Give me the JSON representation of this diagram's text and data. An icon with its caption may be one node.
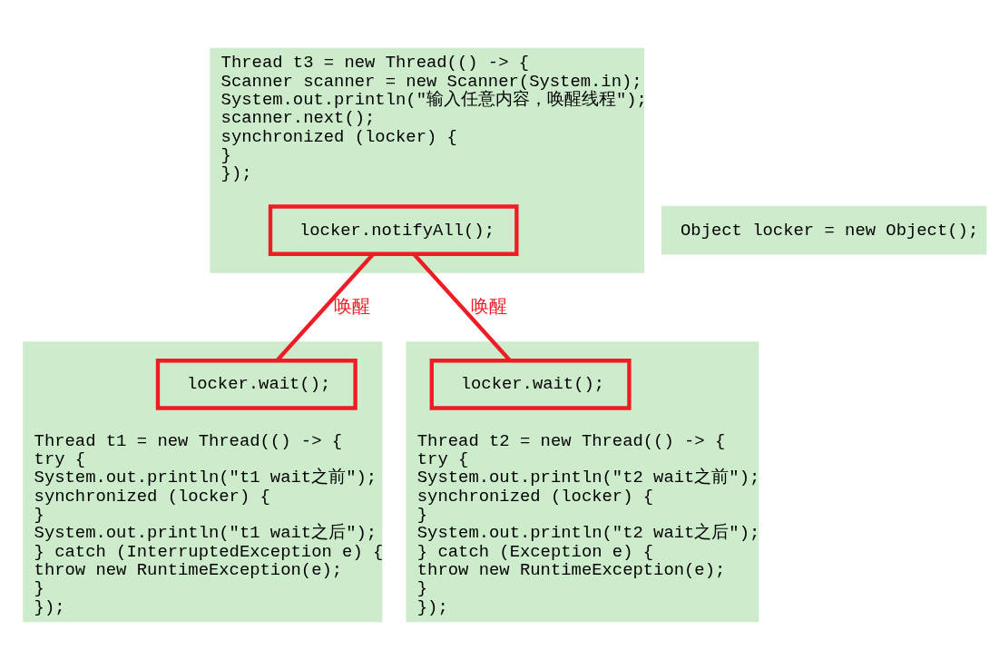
{
  "diagram": {
    "nodes": [
      {
        "text": [
          "Thread t3 = new Thread(() -> {",
          "Scanner scanner = new Scanner(System.in);",
          "System.out.println(\"输入任意内容，唤醒线程\");",
          "scanner.next();",
          "synchronized (locker) {",
          "}",
          "});"
        ]
      },
      {
        "text": [
          "locker.notifyAll();"
        ],
        "in": 0
      },
      {
        "text": [
          "Object locker = new Object();"
        ]
      },
      {
        "text": [
          "Thread t1 = new Thread(() -> {",
          "try {",
          "System.out.println(\"t1 wait之前\");",
          "synchronized (locker) {",
          "}",
          "System.out.println(\"t1 wait之后\");",
          "} catch (InterruptedException e) {",
          "throw new RuntimeException(e);",
          "}",
          "});"
        ]
      },
      {
        "text": [
          "locker.wait();"
        ],
        "in": 3
      },
      {
        "text": [
          "Thread t2 = new Thread(() -> {",
          "try {",
          "System.out.println(\"t2 wait之前\");",
          "synchronized (locker) {",
          "}",
          "System.out.println(\"t2 wait之后\");",
          "} catch (Exception e) {",
          "throw new RuntimeException(e);",
          "}",
          "});"
        ]
      },
      {
        "text": [
          "locker.wait();"
        ],
        "in": 5
      }
    ],
    "edges": [
      {
        "from": 1,
        "to": 4,
        "arrow": "none",
        "label": "唤醒"
      },
      {
        "from": 1,
        "to": 6,
        "arrow": "none",
        "label": "唤醒"
      }
    ]
  }
}
